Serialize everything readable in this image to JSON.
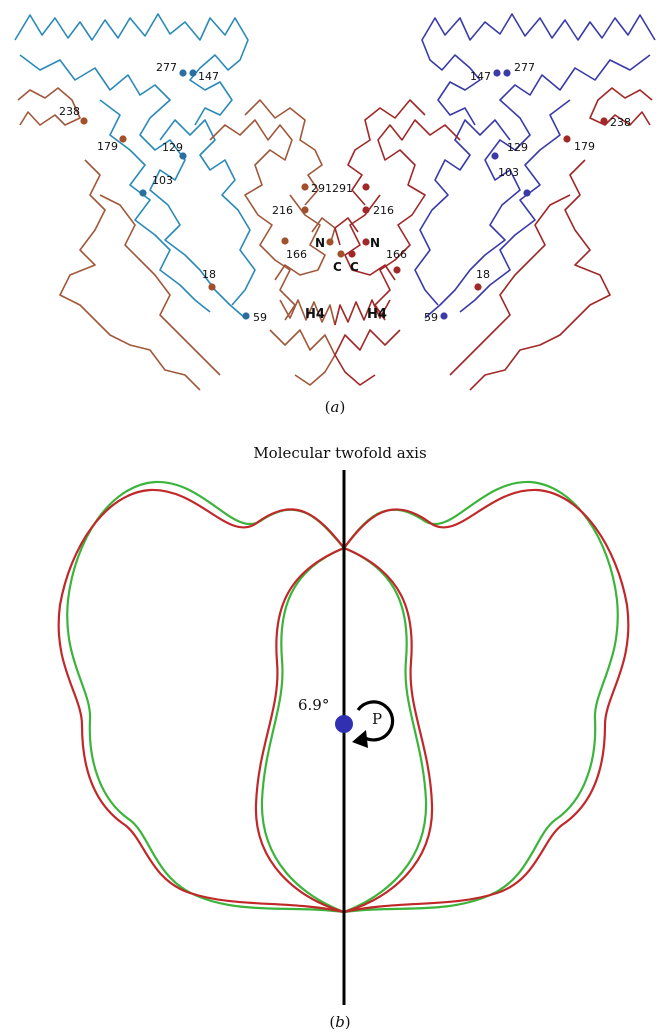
{
  "panel_a": {
    "caption_open": "(",
    "caption_letter": "a",
    "caption_close": ")",
    "colors": {
      "chain_left_blue": "#2a8ab8",
      "chain_right_blue": "#3a3aa8",
      "chain_left_brown": "#a0583a",
      "chain_right_red": "#a02828",
      "marker_blue": "#2a6fa0",
      "marker_brown": "#a0502a"
    },
    "residue_labels_left": [
      "277",
      "147",
      "238",
      "179",
      "129",
      "103",
      "291",
      "216",
      "166",
      "18",
      "59"
    ],
    "residue_labels_right": [
      "147",
      "277",
      "238",
      "129",
      "179",
      "103",
      "291",
      "216",
      "166",
      "18",
      "59"
    ],
    "termini": [
      "N",
      "N",
      "C",
      "C"
    ],
    "helix_labels": [
      "H4",
      "H4"
    ]
  },
  "panel_b": {
    "caption_open": "(",
    "caption_letter": "b",
    "caption_close": ")",
    "axis_title": "Molecular twofold axis",
    "rotation_angle": "6.9°",
    "point_label": "P",
    "colors": {
      "outline_red": "#c0282a",
      "outline_green": "#3cb43c",
      "axis": "#000000",
      "pivot": "#3030b0"
    }
  }
}
